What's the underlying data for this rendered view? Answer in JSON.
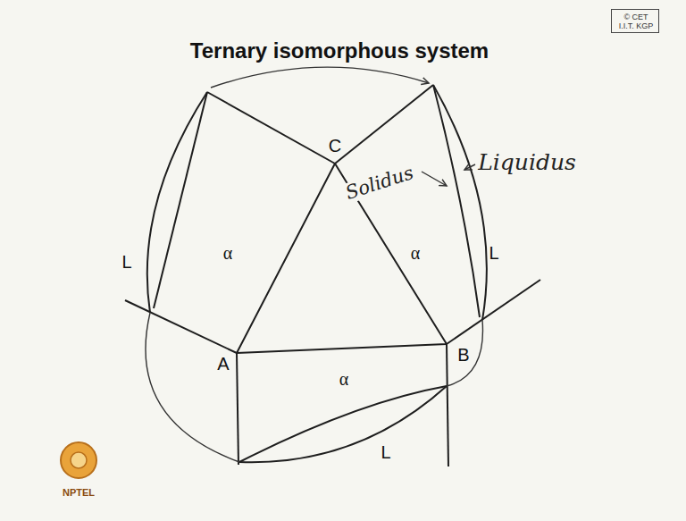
{
  "diagram": {
    "title": "Ternary isomorphous system",
    "nodes": [
      {
        "text": [
          "© CET I.I.T. KGP"
        ]
      }
    ],
    "labels": [
      "Liquidus",
      "C",
      "Solidus",
      "L",
      "α",
      "α",
      "L",
      "A",
      "B",
      "α",
      "L",
      "NPTEL"
    ]
  }
}
